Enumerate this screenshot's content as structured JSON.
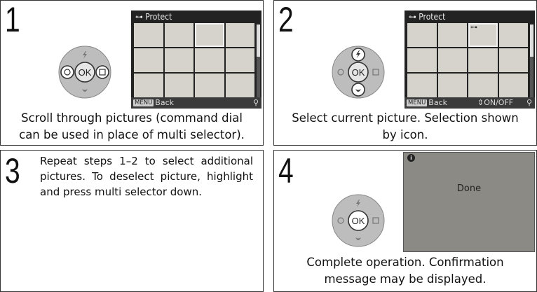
{
  "panels": [
    {
      "step": "1",
      "screen_title": "Protect",
      "screen_back": "Back",
      "screen_menu": "MENU",
      "caption_line1": "Scroll through pictures (command dial",
      "caption_line2": "can be used in place of multi selector)."
    },
    {
      "step": "2",
      "screen_title": "Protect",
      "screen_back": "Back",
      "screen_menu": "MENU",
      "screen_onoff": "ON/OFF",
      "caption_line1": "Select current picture.  Selection shown",
      "caption_line2": "by icon."
    },
    {
      "step": "3",
      "text": "Repeat steps 1–2 to select additional pictures. To deselect picture, highlight and press multi selector down."
    },
    {
      "step": "4",
      "screen_message": "Done",
      "caption_line1": "Complete operation.  Confirmation",
      "caption_line2": "message may be displayed."
    }
  ],
  "dial_center_label": "OK",
  "colors": {
    "highlight_ring": "#ffffff",
    "dial_gray": "#b9b9b9",
    "screen_bg": "#222222",
    "lcd_bg": "#8c8a85"
  }
}
